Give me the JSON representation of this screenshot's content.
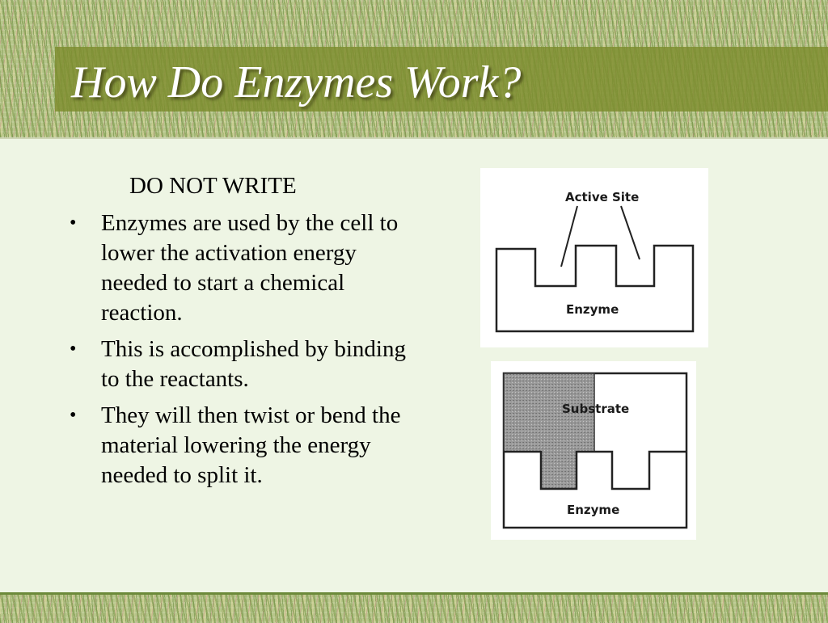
{
  "slide": {
    "title": "How Do Enzymes Work?",
    "note": "DO NOT WRITE",
    "bullet_marker": "•",
    "bullets": [
      "Enzymes are used by the cell to lower the activation energy needed to start a chemical reaction.",
      "This is accomplished by binding to the reactants.",
      "They will then twist or bend the material lowering the energy needed to split it."
    ]
  },
  "figure1": {
    "active_site_label": "Active Site",
    "enzyme_label": "Enzyme"
  },
  "figure2": {
    "substrate_label": "Substrate",
    "enzyme_label": "Enzyme"
  },
  "colors": {
    "slide_background": "#eef5e4",
    "title_band": "#7d8c2d",
    "title_text": "#ffffff"
  }
}
